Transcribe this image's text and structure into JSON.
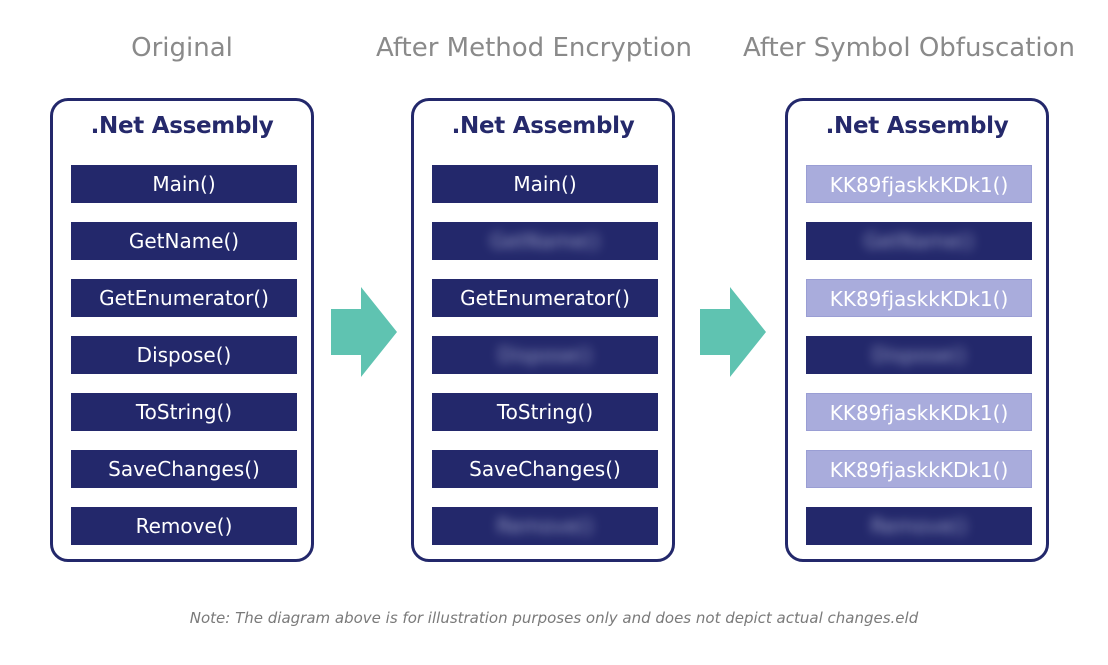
{
  "stages": [
    {
      "title": "Original",
      "panel_title": ".Net Assembly",
      "methods": [
        {
          "label": "Main()",
          "state": "normal"
        },
        {
          "label": "GetName()",
          "state": "normal"
        },
        {
          "label": "GetEnumerator()",
          "state": "normal"
        },
        {
          "label": "Dispose()",
          "state": "normal"
        },
        {
          "label": "ToString()",
          "state": "normal"
        },
        {
          "label": "SaveChanges()",
          "state": "normal"
        },
        {
          "label": "Remove()",
          "state": "normal"
        }
      ]
    },
    {
      "title": "After Method Encryption",
      "panel_title": ".Net Assembly",
      "methods": [
        {
          "label": "Main()",
          "state": "normal"
        },
        {
          "label": "GetName()",
          "state": "encrypted"
        },
        {
          "label": "GetEnumerator()",
          "state": "normal"
        },
        {
          "label": "Dispose()",
          "state": "encrypted"
        },
        {
          "label": "ToString()",
          "state": "normal"
        },
        {
          "label": "SaveChanges()",
          "state": "normal"
        },
        {
          "label": "Remove()",
          "state": "encrypted"
        }
      ]
    },
    {
      "title": "After Symbol Obfuscation",
      "panel_title": ".Net Assembly",
      "methods": [
        {
          "label": "KK89fjaskkKDk1()",
          "state": "obfuscated"
        },
        {
          "label": "GetName()",
          "state": "encrypted"
        },
        {
          "label": "KK89fjaskkKDk1()",
          "state": "obfuscated"
        },
        {
          "label": "Dispose()",
          "state": "encrypted"
        },
        {
          "label": "KK89fjaskkKDk1()",
          "state": "obfuscated"
        },
        {
          "label": "KK89fjaskkKDk1()",
          "state": "obfuscated"
        },
        {
          "label": "Remove()",
          "state": "encrypted"
        }
      ]
    }
  ],
  "note": "Note: The diagram above is for illustration purposes only and does not depict actual changes.eld",
  "colors": {
    "panel_border": "#23286b",
    "method_fill": "#23286b",
    "obfuscated_fill": "#a9acdc",
    "arrow": "#5fc3b1",
    "title_gray": "#8a8a8a"
  }
}
